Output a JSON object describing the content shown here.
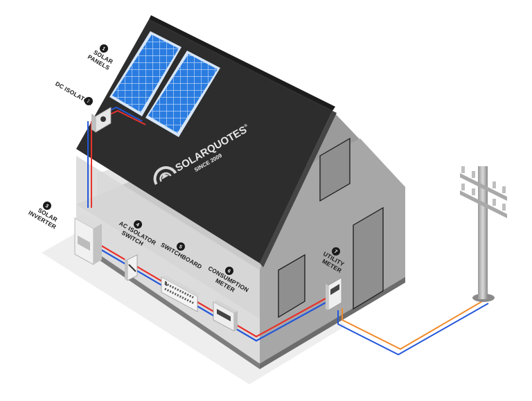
{
  "brand": {
    "name": "SOLARQUOTES",
    "trademark": "®",
    "tagline": "SINCE 2009"
  },
  "components": [
    {
      "number": "1",
      "line1": "SOLAR",
      "line2": "PANELS"
    },
    {
      "number": "2",
      "line1": "DC ISOLATOR",
      "line2": ""
    },
    {
      "number": "3",
      "line1": "SOLAR",
      "line2": "INVERTER"
    },
    {
      "number": "4",
      "line1": "AC ISOLATOR",
      "line2": "SWITCH"
    },
    {
      "number": "5",
      "line1": "SWITCHBOARD",
      "line2": ""
    },
    {
      "number": "6",
      "line1": "CONSUMPTION",
      "line2": "METER"
    },
    {
      "number": "7",
      "line1": "UTILITY",
      "line2": "METER"
    }
  ],
  "colors": {
    "roof": "#2d2d2d",
    "wall_light": "#d4d4d4",
    "wall_dark": "#9c9c9c",
    "panel_blue": "#1f6fd6",
    "wire_red": "#e8322c",
    "wire_blue": "#2457d8",
    "wire_orange": "#f08a2a",
    "badge": "#1a1a1a"
  },
  "icons": [
    "house-logo-icon"
  ]
}
